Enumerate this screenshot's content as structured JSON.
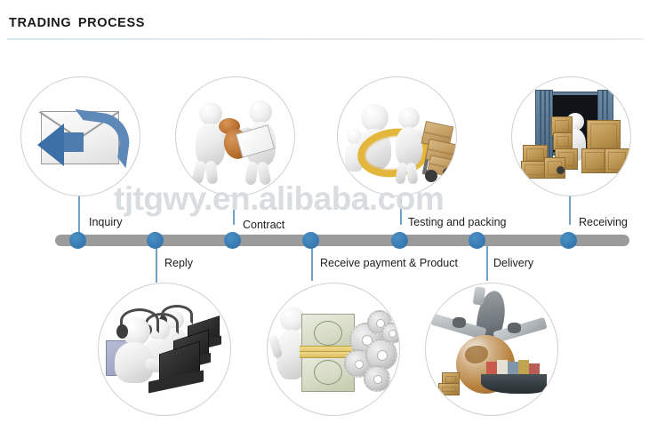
{
  "header": {
    "title": "TRADING  PROCESS"
  },
  "watermark": {
    "text": "tjtgwy.en.alibaba.com"
  },
  "timeline": {
    "bar_color": "#9b9b9b",
    "node_color": "#3a7cb4",
    "steps": [
      {
        "index": 1,
        "label": "Inquiry",
        "position": "above",
        "icon": "envelope-reply-icon"
      },
      {
        "index": 2,
        "label": "Reply",
        "position": "below",
        "icon": "call-center-icon"
      },
      {
        "index": 3,
        "label": "Contract",
        "position": "above",
        "icon": "handshake-contract-icon"
      },
      {
        "index": 4,
        "label": "Receive payment & Product",
        "position": "below",
        "icon": "money-gears-icon"
      },
      {
        "index": 5,
        "label": "Testing and packing",
        "position": "above",
        "icon": "ring-handtruck-icon"
      },
      {
        "index": 6,
        "label": "Delivery",
        "position": "below",
        "icon": "plane-globe-ship-icon"
      },
      {
        "index": 7,
        "label": "Receiving",
        "position": "above",
        "icon": "shipping-container-icon"
      }
    ]
  }
}
